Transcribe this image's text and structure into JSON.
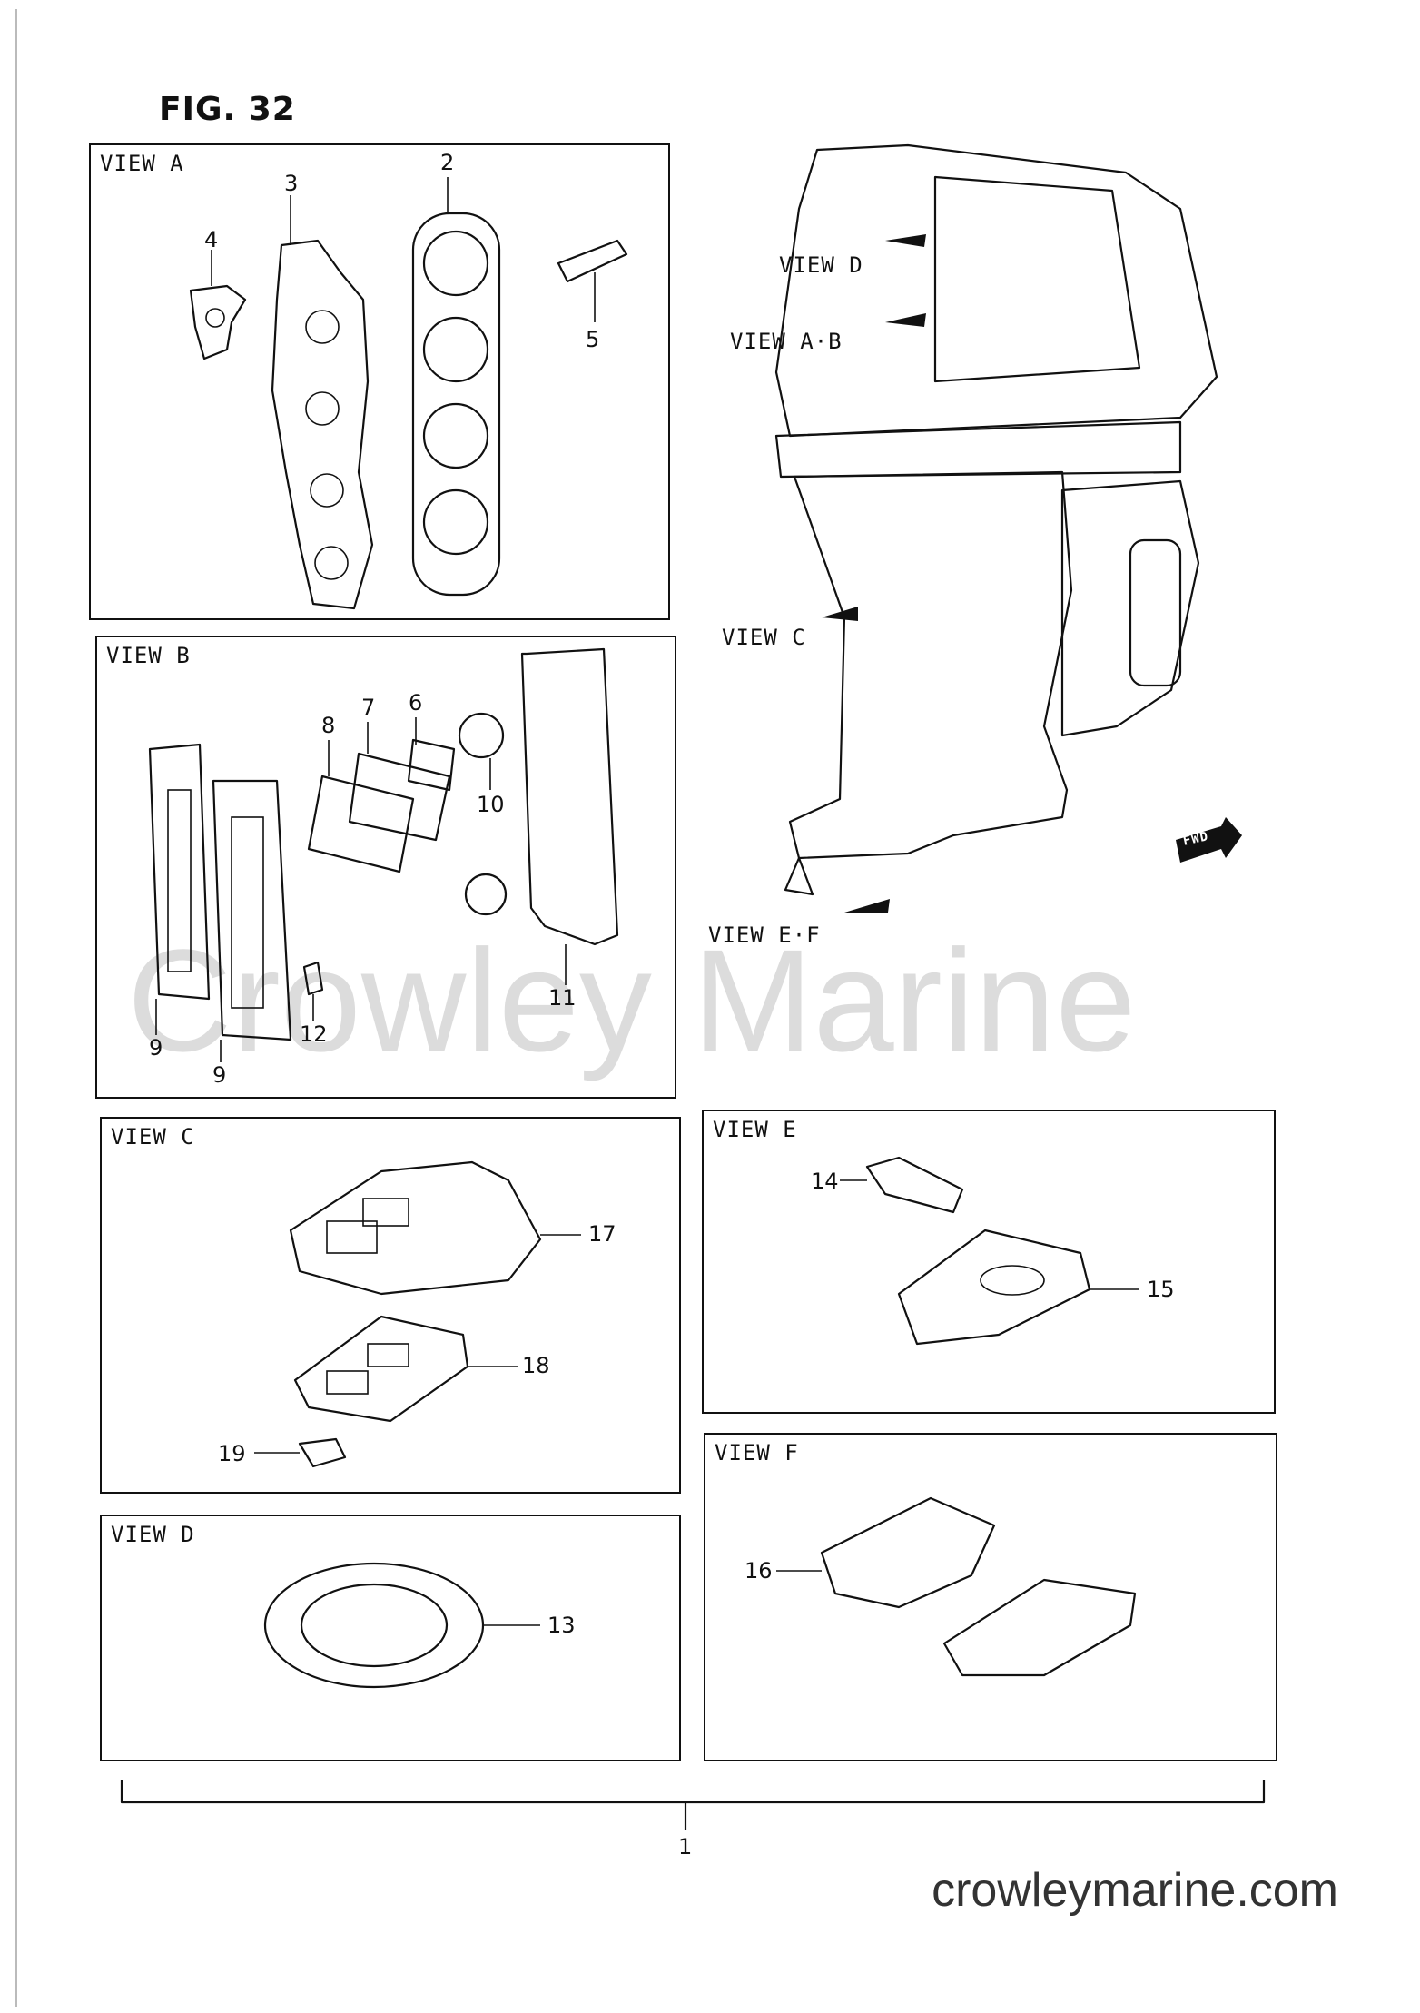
{
  "figure": {
    "title": "FIG. 32"
  },
  "engine_views": {
    "view_d": "VIEW D",
    "view_ab": "VIEW A·B",
    "view_c": "VIEW C",
    "view_ef": "VIEW E·F",
    "fwd": "FWD"
  },
  "views": {
    "a": {
      "label": "VIEW A",
      "callouts": [
        "2",
        "3",
        "4",
        "5"
      ]
    },
    "b": {
      "label": "VIEW B",
      "callouts": [
        "6",
        "7",
        "8",
        "9",
        "9",
        "10",
        "11",
        "12"
      ]
    },
    "c": {
      "label": "VIEW C",
      "callouts": [
        "17",
        "18",
        "19"
      ]
    },
    "d": {
      "label": "VIEW D",
      "callouts": [
        "13"
      ]
    },
    "e": {
      "label": "VIEW E",
      "callouts": [
        "14",
        "15"
      ]
    },
    "f": {
      "label": "VIEW F",
      "callouts": [
        "16"
      ]
    }
  },
  "kit_callout": "1",
  "watermark": "Crowley Marine",
  "site": "crowleymarine.com"
}
